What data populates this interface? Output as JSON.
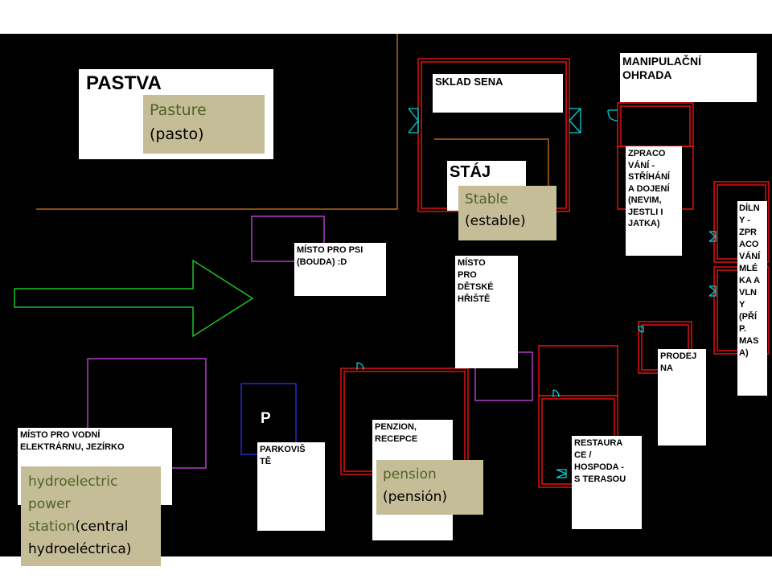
{
  "plan": {
    "pastva": "PASTVA",
    "sklad_sena": "SKLAD SENA",
    "manipulacni_ohrada": "MANIPULAČNÍ\nOHRADA",
    "staj": "STÁJ",
    "zpracovani": "ZPRACO\nVÁNÍ -\nSTŘÍHÁNÍ\nA DOJENÍ\n(NEVIM,\nJESTLI I\nJATKA)",
    "dilny": "DÍLN\nY -\nZPR\nACO\nVÁNÍ\nMLÉ\nKA A\nVLN\nY\n(PŘÍ\nP.\nMAS\nA)",
    "misto_pro_psi": "MÍSTO PRO PSI\n(BOUDA) :D",
    "detske_hriste": "MÍSTO\nPRO\nDĚTSKÉ\nHŘIŠTĚ",
    "prodejna": "PRODEJ\nNA",
    "parking_letter": "P",
    "parkoviste": "PARKOVIŠ\nTĚ",
    "penzion": "PENZION,\nRECEPCE",
    "restaurace": "RESTAURA\nCE /\nHOSPODA -\nS TERASOU",
    "elektrarna": "MÍSTO PRO VODNÍ\nELEKTRÁRNU, JEZÍRKO"
  },
  "captions": {
    "pasture_en": "Pasture",
    "pasture_es": "(pasto)",
    "stable_en": "Stable",
    "stable_es": "(estable)",
    "hydro_en": "hydroelectric power station",
    "hydro_es": "(central hydroeléctrica)",
    "pension_en": "pension",
    "pension_es": "(pensión)"
  },
  "colors": {
    "background": "#000000",
    "building_outline": "#e01010",
    "fence_line": "#b4641e",
    "arrow": "#22c022",
    "purple_outline": "#b43cc8",
    "parking_outline": "#2828d2",
    "door": "#00d2d2",
    "caption_bg": "#c4bd97",
    "caption_green": "#4f6228"
  }
}
